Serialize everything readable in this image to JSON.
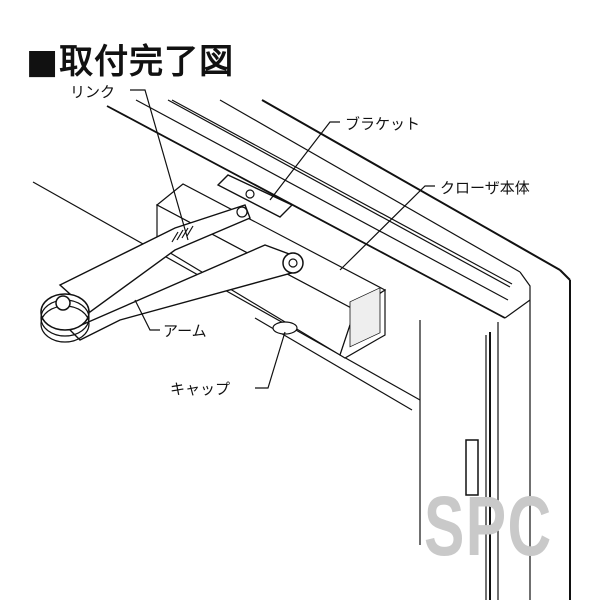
{
  "title": "■取付完了図",
  "labels": {
    "link": "リンク",
    "bracket": "ブラケット",
    "closer_body": "クローザ本体",
    "arm": "アーム",
    "cap": "キャップ"
  },
  "watermark": "SPC"
}
